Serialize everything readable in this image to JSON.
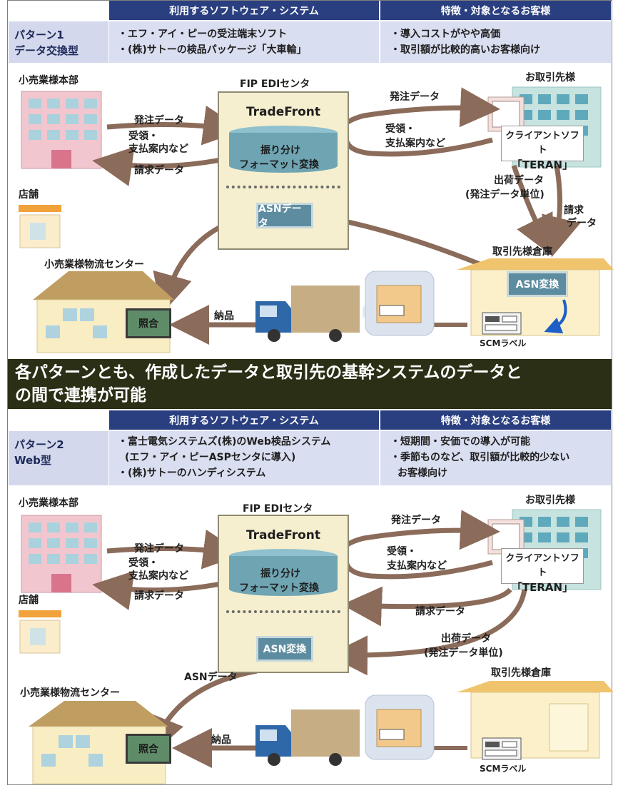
{
  "header": {
    "col_software": "利用するソフトウェア・システム",
    "col_features": "特徴・対象となるお客様"
  },
  "pattern1": {
    "name_line1": "パターン1",
    "name_line2": "データ交換型",
    "software": [
      "・エフ・アイ・ピーの受注端末ソフト",
      "・(株)サトーの検品パッケージ「大車輪」"
    ],
    "features": [
      "・導入コストがやや高価",
      "・取引額が比較的高いお客様向け"
    ],
    "labels": {
      "retail_hq": "小売業様本部",
      "edi_center": "FIP EDIセンタ",
      "trade_front": "TradeFront",
      "sort_line1": "振り分け",
      "sort_line2": "フォーマット変換",
      "customer": "お取引先様",
      "order_data_left": "発注データ",
      "receipt_line1": "受領・",
      "receipt_line2": "支払案内など",
      "invoice_left": "請求データ",
      "order_data_right": "発注データ",
      "receipt_right_line1": "受領・",
      "receipt_right_line2": "支払案内など",
      "client_line1": "クライアントソフト",
      "client_line2": "「TERAN」",
      "ship_line1": "出荷データ",
      "ship_line2": "(発注データ単位)",
      "invoice_right_line1": "請求",
      "invoice_right_line2": "データ",
      "store": "店舗",
      "asn_data": "ASNデータ",
      "warehouse": "取引先様倉庫",
      "asn_convert": "ASN変換",
      "dc": "小売業様物流センター",
      "match": "照合",
      "delivery": "納品",
      "scm": "SCMラベル"
    }
  },
  "banner": {
    "line1": "各パターンとも、作成したデータと取引先の基幹システムのデータと",
    "line2": "の間で連携が可能"
  },
  "pattern2": {
    "name_line1": "パターン2",
    "name_line2": "Web型",
    "software": [
      "・富士電気システムズ(株)のWeb検品システム",
      "(エフ・アイ・ピーASPセンタに導入)",
      "・(株)サトーのハンディシステム"
    ],
    "features": [
      "・短期間・安価での導入が可能",
      "・季節ものなど、取引額が比較的少ない",
      "お客様向け"
    ],
    "labels": {
      "retail_hq": "小売業様本部",
      "edi_center": "FIP EDIセンタ",
      "trade_front": "TradeFront",
      "sort_line1": "振り分け",
      "sort_line2": "フォーマット変換",
      "customer": "お取引先様",
      "order_data_left": "発注データ",
      "receipt_line1": "受領・",
      "receipt_line2": "支払案内など",
      "invoice_left": "請求データ",
      "order_data_right": "発注データ",
      "receipt_right_line1": "受領・",
      "receipt_right_line2": "支払案内など",
      "client_line1": "クライアントソフト",
      "client_line2": "「TERAN」",
      "invoice_right": "請求データ",
      "ship_line1": "出荷データ",
      "ship_line2": "(発注データ単位)",
      "store": "店舗",
      "asn_convert": "ASN変換",
      "asn_data": "ASNデータ",
      "dc": "小売業様物流センター",
      "warehouse": "取引先様倉庫",
      "match": "照合",
      "delivery": "納品",
      "scm": "SCMラベル"
    }
  },
  "colors": {
    "header_bg": "#2a3f80",
    "banner_bg": "#2b2f15",
    "arrow": "#8b6b5a",
    "center_box": "#f5efcf",
    "asn_box": "#5d8ca0",
    "cylinder": "#6fa4b3"
  }
}
